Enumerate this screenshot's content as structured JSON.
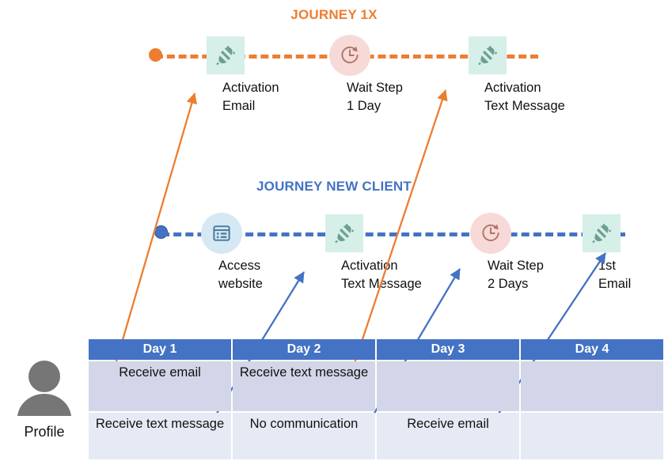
{
  "journeys": [
    {
      "id": "journey-1x",
      "title": "JOURNEY 1X",
      "color": "#ED7D31",
      "nodes": [
        {
          "icon": "plug-icon",
          "label": "Activation\nEmail"
        },
        {
          "icon": "wait-clock-icon",
          "label": "Wait Step\n1 Day"
        },
        {
          "icon": "plug-icon",
          "label": "Activation\nText Message"
        }
      ]
    },
    {
      "id": "journey-new-client",
      "title": "JOURNEY NEW CLIENT",
      "color": "#4472C4",
      "nodes": [
        {
          "icon": "website-icon",
          "label": "Access\nwebsite"
        },
        {
          "icon": "plug-icon",
          "label": "Activation\nText Message"
        },
        {
          "icon": "wait-clock-icon",
          "label": "Wait Step\n2 Days"
        },
        {
          "icon": "plug-icon",
          "label": "1st\nEmail"
        }
      ]
    }
  ],
  "table": {
    "headers": [
      "Day 1",
      "Day 2",
      "Day 3",
      "Day 4"
    ],
    "rows": [
      [
        "Receive email",
        "Receive text\nmessage",
        "",
        ""
      ],
      [
        "Receive text\nmessage",
        "No communication",
        "Receive email",
        ""
      ]
    ]
  },
  "profile": {
    "icon": "person-avatar-icon",
    "caption": "Profile",
    "color": "#767676"
  },
  "colors": {
    "orange": "#ED7D31",
    "blue": "#4472C4",
    "header_blue": "#4472C4",
    "row_a": "#D2D6E8",
    "row_b": "#E6EAF4",
    "teal_tile": "#D6EFE8",
    "pink_tile": "#F7DAD7",
    "blue_tile": "#D7E8F5"
  }
}
